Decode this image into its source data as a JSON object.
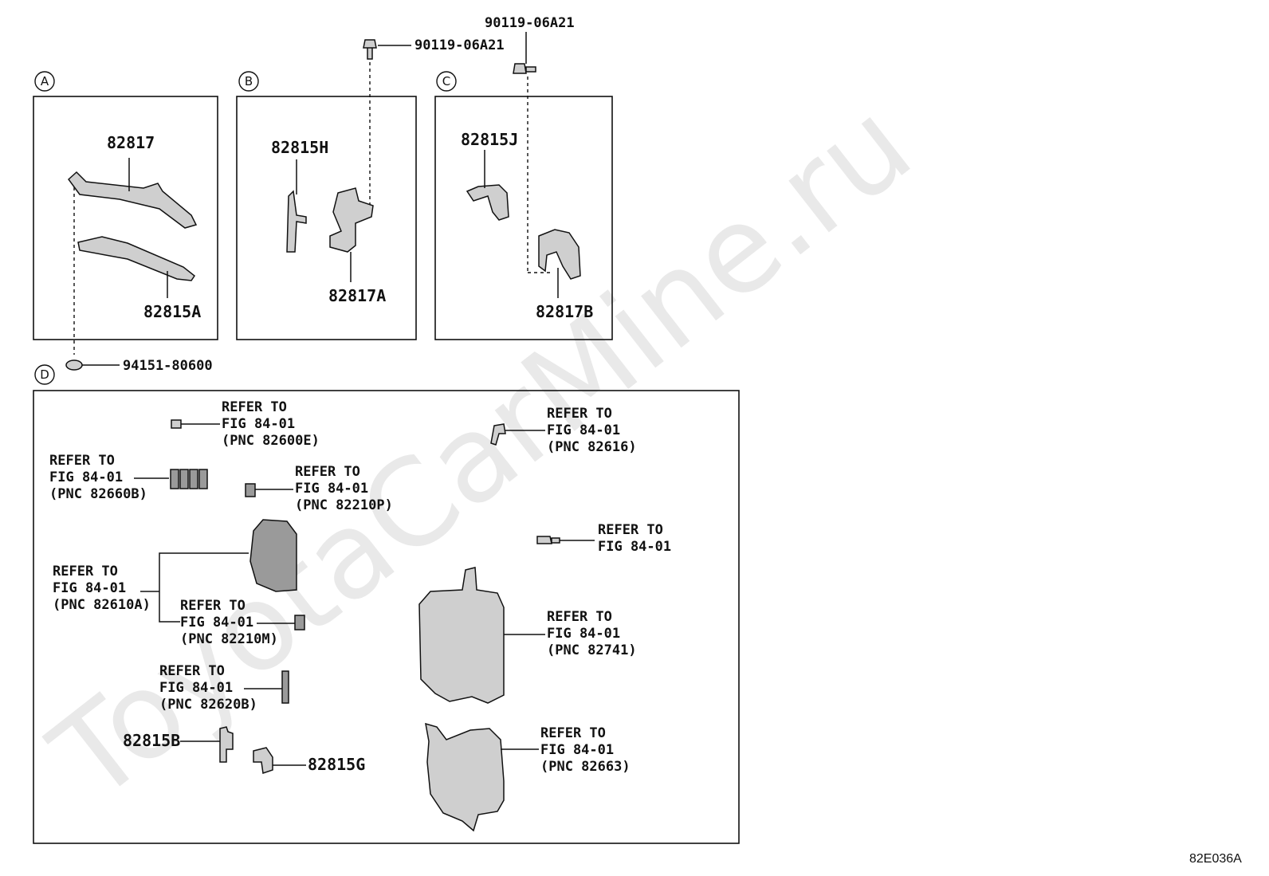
{
  "watermark": "ToyotaCarMine.ru",
  "diagram_code": "82E036A",
  "sections": {
    "a": {
      "letter": "A",
      "parts": [
        "82817",
        "82815A"
      ]
    },
    "b": {
      "letter": "B",
      "parts": [
        "82815H",
        "82817A"
      ]
    },
    "c": {
      "letter": "C",
      "parts": [
        "82815J",
        "82817B"
      ]
    },
    "d": {
      "letter": "D"
    }
  },
  "fasteners": {
    "bolt_b": "90119-06A21",
    "bolt_c": "90119-06A21",
    "clip_a": "94151-80600"
  },
  "refs": {
    "r82600e": {
      "l1": "REFER TO",
      "l2": "FIG 84-01",
      "l3": "(PNC 82600E)"
    },
    "r82616": {
      "l1": "REFER TO",
      "l2": "FIG 84-01",
      "l3": "(PNC 82616)"
    },
    "r82660b": {
      "l1": "REFER TO",
      "l2": "FIG 84-01",
      "l3": "(PNC 82660B)"
    },
    "r82210p": {
      "l1": "REFER TO",
      "l2": "FIG 84-01",
      "l3": "(PNC 82210P)"
    },
    "rbolt": {
      "l1": "REFER TO",
      "l2": "FIG 84-01"
    },
    "r82610a": {
      "l1": "REFER TO",
      "l2": "FIG 84-01",
      "l3": "(PNC 82610A)"
    },
    "r82210m": {
      "l1": "REFER TO",
      "l2": "FIG 84-01",
      "l3": "(PNC 82210M)"
    },
    "r82741": {
      "l1": "REFER TO",
      "l2": "FIG 84-01",
      "l3": "(PNC 82741)"
    },
    "r82620b": {
      "l1": "REFER TO",
      "l2": "FIG 84-01",
      "l3": "(PNC 82620B)"
    },
    "r82663": {
      "l1": "REFER TO",
      "l2": "FIG 84-01",
      "l3": "(PNC 82663)"
    }
  },
  "parts_d": {
    "p82815b": "82815B",
    "p82815g": "82815G"
  }
}
